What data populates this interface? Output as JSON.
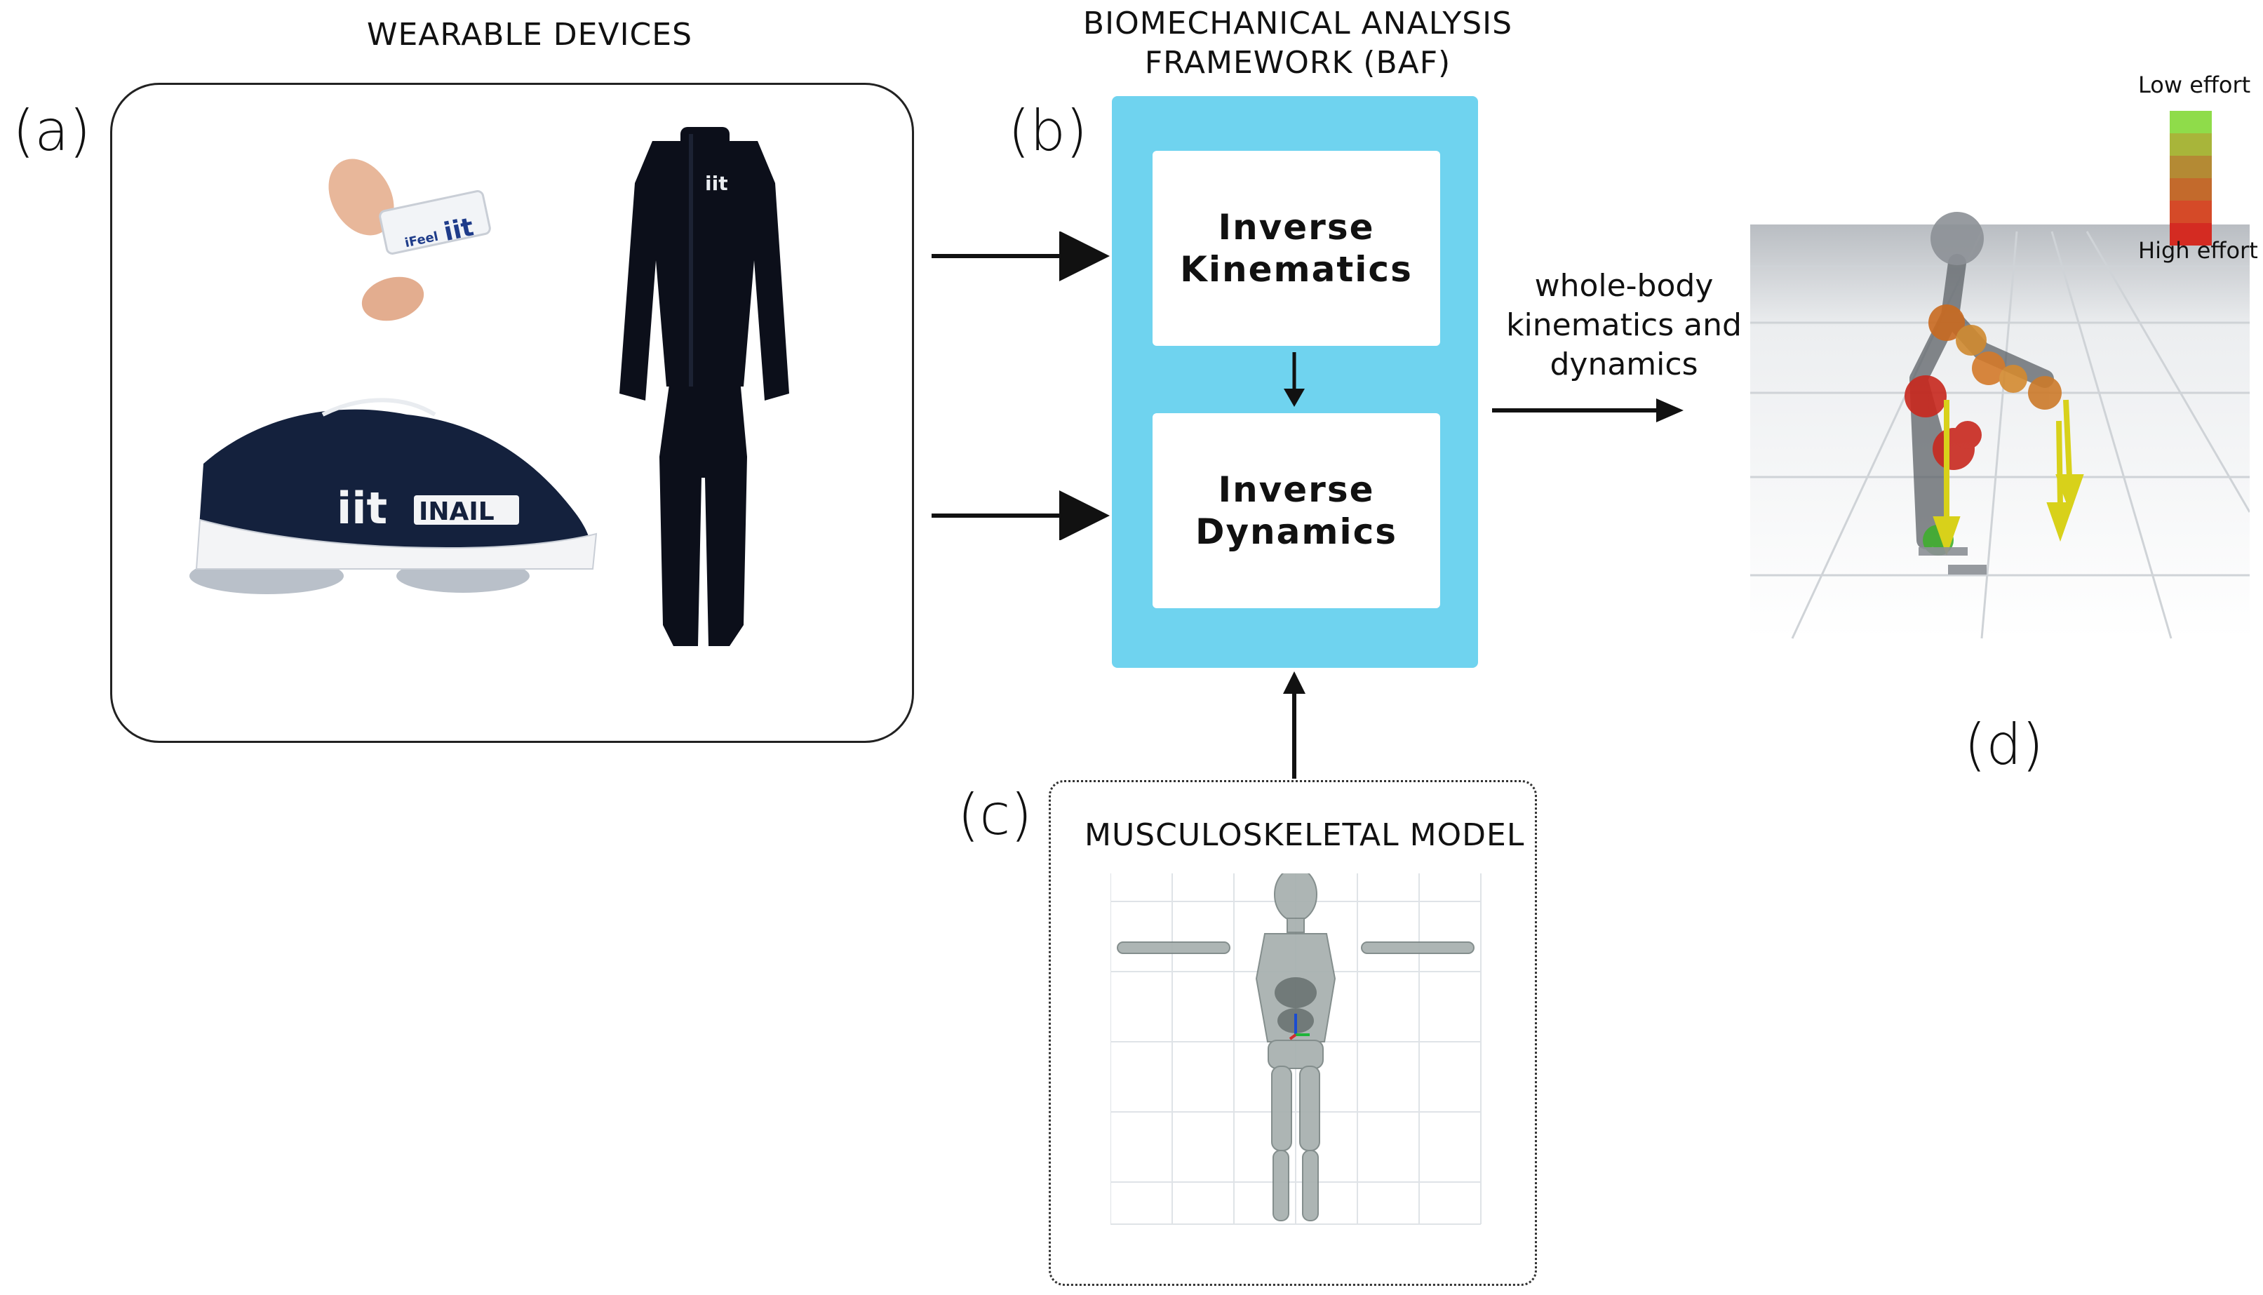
{
  "panels": {
    "a": {
      "letter": "(a)",
      "title": "WEARABLE DEVICES"
    },
    "b": {
      "letter": "(b)",
      "title_line1": "BIOMECHANICAL ANALYSIS",
      "title_line2": "FRAMEWORK (BAF)",
      "box_top_line1": "Inverse",
      "box_top_line2": "Kinematics",
      "box_bottom_line1": "Inverse",
      "box_bottom_line2": "Dynamics"
    },
    "c": {
      "letter": "(c)",
      "title": "MUSCULOSKELETAL MODEL"
    },
    "d": {
      "letter": "(d)"
    }
  },
  "output_label": {
    "line1": "whole-body",
    "line2": "kinematics and",
    "line3": "dynamics"
  },
  "legend": {
    "top": "Low effort",
    "bottom": "High effort",
    "colors": [
      "#8fdc4a",
      "#a8b53a",
      "#b48a34",
      "#c36a2c",
      "#d54a28",
      "#d42b22"
    ]
  },
  "device_text": {
    "sensor_brand": "iFeel",
    "sensor_logo": "iit",
    "shoe_logo": "iit",
    "shoe_brand": "INAIL",
    "suit_logo": "iit"
  },
  "colors": {
    "baf_fill": "#6fd3ef",
    "suit": "#0c0f1a",
    "shoe_dark": "#14213d"
  }
}
